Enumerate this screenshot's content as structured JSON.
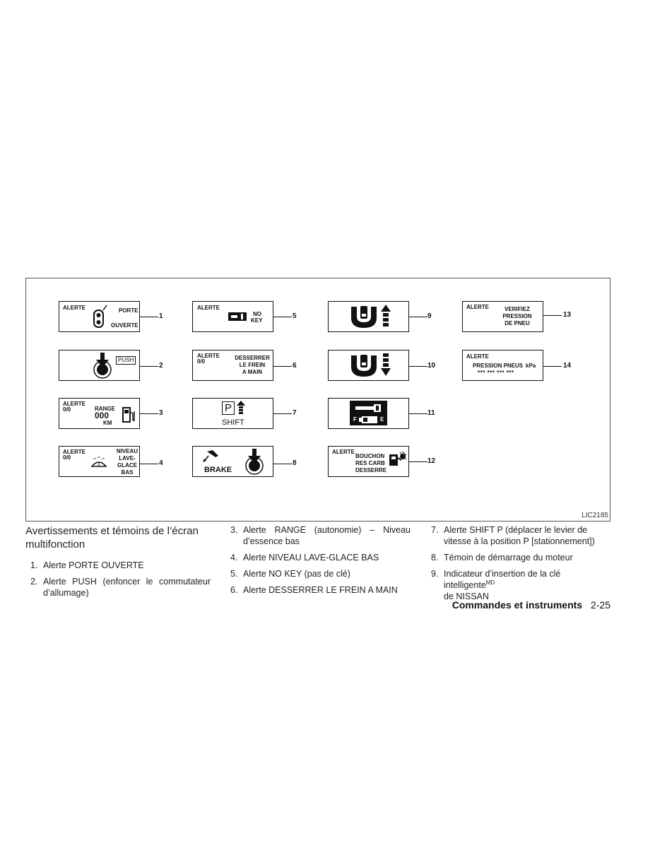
{
  "figure": {
    "code": "LIC2185",
    "panels": {
      "p1": {
        "num": "1",
        "texts": [
          "ALERTE",
          "PORTE",
          "OUVERTE"
        ]
      },
      "p2": {
        "num": "2",
        "texts": [
          "PUSH"
        ]
      },
      "p3": {
        "num": "3",
        "texts": [
          "ALERTE",
          "0/0",
          "RANGE",
          "000",
          "KM"
        ]
      },
      "p4": {
        "num": "4",
        "texts": [
          "ALERTE",
          "0/0",
          "NIVEAU",
          "LAVE-",
          "GLACE",
          "BAS"
        ]
      },
      "p5": {
        "num": "5",
        "texts": [
          "ALERTE",
          "NO",
          "KEY"
        ]
      },
      "p6": {
        "num": "6",
        "texts": [
          "ALERTE",
          "0/0",
          "DESSERRER",
          "LE FREIN",
          "A MAIN"
        ]
      },
      "p7": {
        "num": "7",
        "texts": [
          "P",
          "SHIFT"
        ]
      },
      "p8": {
        "num": "8",
        "texts": [
          "BRAKE"
        ]
      },
      "p9": {
        "num": "9",
        "texts": []
      },
      "p10": {
        "num": "10",
        "texts": []
      },
      "p11": {
        "num": "11",
        "texts": [
          "F",
          "E"
        ]
      },
      "p12": {
        "num": "12",
        "texts": [
          "ALERTE",
          "BOUCHON",
          "RES CARB",
          "DESSERRE"
        ]
      },
      "p13": {
        "num": "13",
        "texts": [
          "ALERTE",
          "VERIFIEZ",
          "PRESSION",
          "DE PNEU"
        ]
      },
      "p14": {
        "num": "14",
        "texts": [
          "ALERTE",
          "PRESSION PNEUS",
          "kPa",
          "*** *** *** ***"
        ]
      }
    }
  },
  "section": {
    "heading": "Avertissements et témoins de l’écran multifonction",
    "items": [
      {
        "num": "1.",
        "text": "Alerte PORTE OUVERTE"
      },
      {
        "num": "2.",
        "text": "Alerte PUSH (enfoncer le commutateur d’allumage)"
      },
      {
        "num": "3.",
        "text": "Alerte RANGE (autonomie) – Niveau d’essence bas"
      },
      {
        "num": "4.",
        "text": "Alerte NIVEAU LAVE-GLACE BAS"
      },
      {
        "num": "5.",
        "text": "Alerte NO KEY (pas de clé)"
      },
      {
        "num": "6.",
        "text": "Alerte DESSERRER LE FREIN A MAIN"
      },
      {
        "num": "7.",
        "text": "Alerte SHIFT P (déplacer le levier de vitesse à la position P [stationnement])"
      },
      {
        "num": "8.",
        "text": "Témoin de démarrage du moteur"
      },
      {
        "num": "9.",
        "text": "Indicateur d’insertion de la clé intelligente",
        "sup": "MD",
        "text2": "de NISSAN"
      }
    ]
  },
  "footer": {
    "section": "Commandes et instruments",
    "page": "2-25"
  }
}
